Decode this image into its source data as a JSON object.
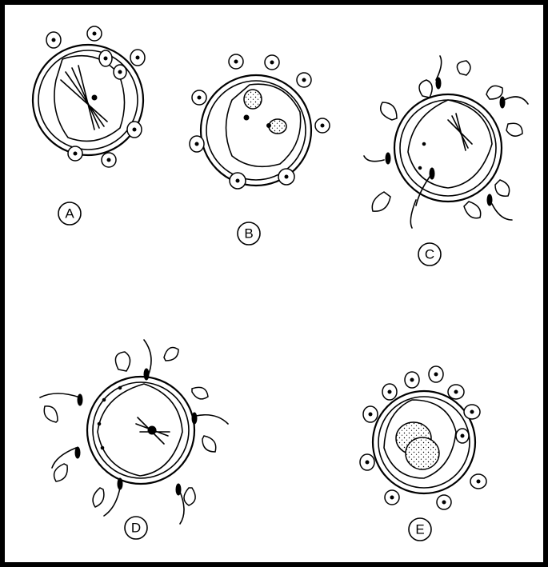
{
  "panels": [
    {
      "id": "A",
      "label": "A"
    },
    {
      "id": "B",
      "label": "B"
    },
    {
      "id": "C",
      "label": "C"
    },
    {
      "id": "D",
      "label": "D"
    },
    {
      "id": "E",
      "label": "E"
    }
  ],
  "colors": {
    "ink": "#000000",
    "background": "#ffffff"
  }
}
